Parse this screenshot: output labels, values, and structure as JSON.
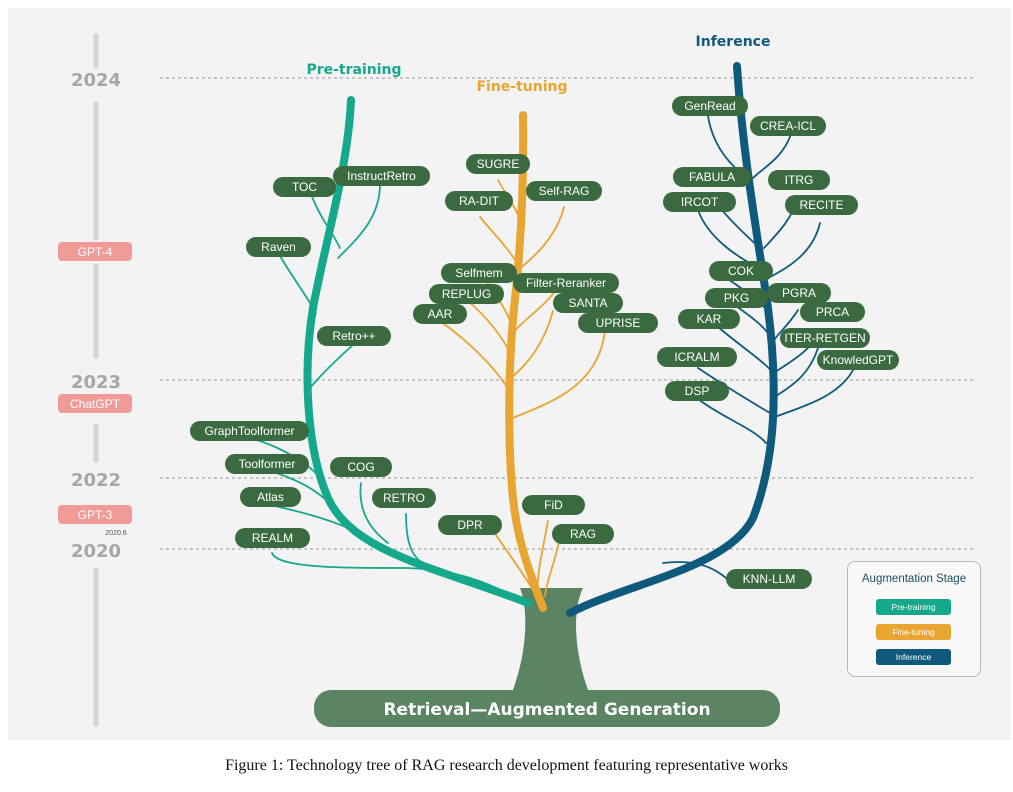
{
  "caption": "Figure 1: Technology tree of RAG research development featuring representative works",
  "root_label": "Retrieval—Augmented Generation",
  "branches": {
    "pretraining": {
      "label": "Pre-training",
      "color": "#16a88c"
    },
    "finetuning": {
      "label": "Fine-tuning",
      "color": "#e8a531"
    },
    "inference": {
      "label": "Inference",
      "color": "#0f5a7c"
    }
  },
  "colors": {
    "node_fill": "#3b6a40",
    "trunk": "#5b8463",
    "milestone": "#f19b99",
    "year_text": "#a6a6a6"
  },
  "years": [
    "2024",
    "2023",
    "2022",
    "2020"
  ],
  "milestones": [
    "GPT-4",
    "ChatGPT",
    "GPT-3"
  ],
  "milestone_note": "2020.6",
  "nodes": {
    "pretraining": [
      "TOC",
      "InstructRetro",
      "Raven",
      "Retro++",
      "GraphToolformer",
      "Toolformer",
      "COG",
      "Atlas",
      "RETRO",
      "REALM"
    ],
    "finetuning": [
      "SUGRE",
      "RA-DIT",
      "Self-RAG",
      "Selfmem",
      "Filter-Reranker",
      "REPLUG",
      "SANTA",
      "AAR",
      "UPRISE",
      "FiD",
      "DPR",
      "RAG"
    ],
    "inference": [
      "GenRead",
      "CREA-ICL",
      "FABULA",
      "ITRG",
      "IRCOT",
      "RECITE",
      "COK",
      "PKG",
      "PGRA",
      "KAR",
      "PRCA",
      "ITER-RETGEN",
      "ICRALM",
      "KnowledGPT",
      "DSP",
      "KNN-LLM"
    ]
  },
  "legend": {
    "title": "Augmentation Stage",
    "items": [
      "Pre-training",
      "Fine-tuning",
      "Inference"
    ]
  }
}
